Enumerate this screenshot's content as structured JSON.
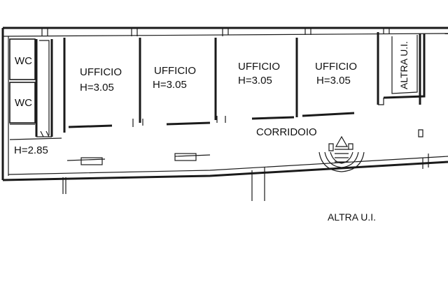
{
  "rooms": {
    "wc_upper": "WC",
    "wc_lower": "WC",
    "office_1": {
      "name": "UFFICIO",
      "height": "H=3.05"
    },
    "office_2": {
      "name": "UFFICIO",
      "height": "H=3.05"
    },
    "office_3": {
      "name": "UFFICIO",
      "height": "H=3.05"
    },
    "office_4": {
      "name": "UFFICIO",
      "height": "H=3.05"
    },
    "other_unit_vertical": "ALTRA U.I.",
    "corridor": "CORRIDOIO",
    "entrance_height": "H=2.85",
    "other_unit_below": "ALTRA U.I."
  }
}
